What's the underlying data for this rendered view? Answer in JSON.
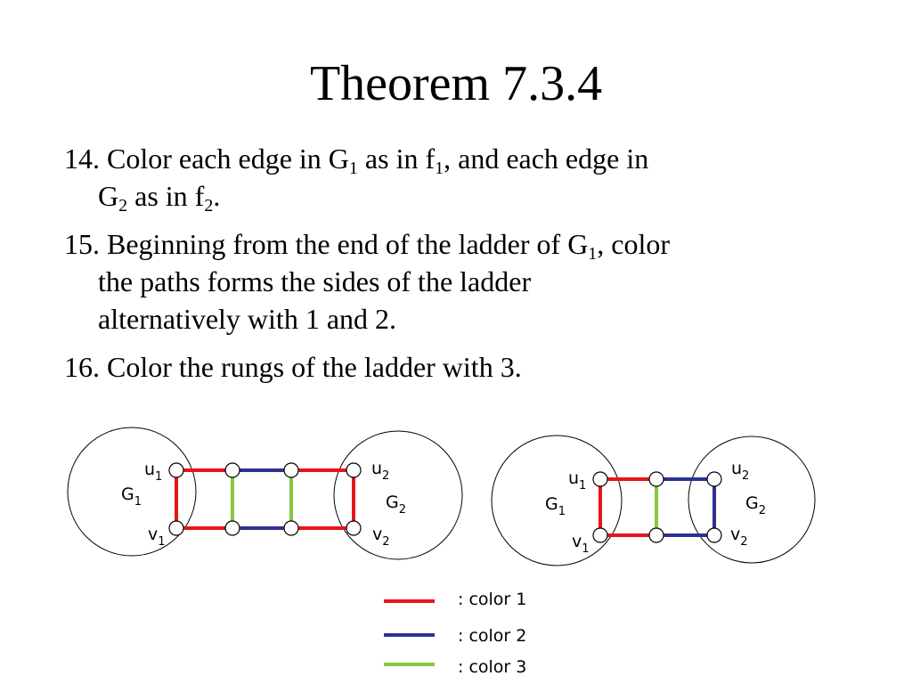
{
  "title": "Theorem 7.3.4",
  "items": [
    {
      "line1": {
        "num": "14.",
        "pre": "Color each edge in G",
        "sub1": "1",
        "mid": " as in f",
        "sub2": "1",
        "post": ", and each edge in"
      },
      "line2": {
        "pre": "G",
        "sub1": "2",
        "mid": " as in f",
        "sub2": "2",
        "post": "."
      }
    },
    {
      "line1": {
        "num": "15.",
        "pre": "Beginning from the end of the ladder of G",
        "sub1": "1",
        "post": ", color"
      },
      "line2": "the paths forms the sides of the ladder",
      "line3": "alternatively with 1 and 2."
    },
    {
      "line1": {
        "num": "16.",
        "text": "Color the rungs of the ladder with 3."
      }
    }
  ],
  "graph_labels": {
    "u": "u",
    "v": "v",
    "G": "G",
    "one": "1",
    "two": "2"
  },
  "legend": [
    {
      "label": ": color 1",
      "color": "#e8141c"
    },
    {
      "label": ": color 2",
      "color": "#2e3192"
    },
    {
      "label": ": color 3",
      "color": "#8cc63f"
    }
  ],
  "colors": {
    "color1": "#e8141c",
    "color2": "#2e3192",
    "color3": "#8cc63f"
  }
}
